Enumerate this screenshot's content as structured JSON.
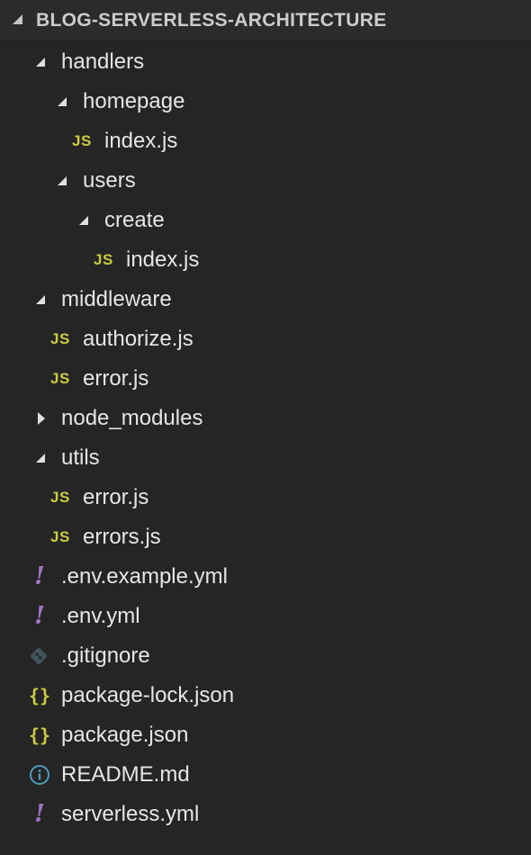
{
  "explorer": {
    "section_title": "BLOG-SERVERLESS-ARCHITECTURE"
  },
  "icons": {
    "js": "JS",
    "yml": "!",
    "json": "{}"
  },
  "colors": {
    "background": "#252526",
    "header_background": "#2b2b2c",
    "js_icon": "#cbcb41",
    "yml_icon": "#a074c4",
    "git_icon": "#41535b",
    "info_icon": "#519aba",
    "text": "#e6e6e6"
  },
  "tree": {
    "handlers": "handlers",
    "homepage": "homepage",
    "homepage_index": "index.js",
    "users": "users",
    "create": "create",
    "create_index": "index.js",
    "middleware": "middleware",
    "authorize": "authorize.js",
    "middleware_error": "error.js",
    "node_modules": "node_modules",
    "utils": "utils",
    "utils_error": "error.js",
    "utils_errors": "errors.js",
    "env_example": ".env.example.yml",
    "env": ".env.yml",
    "gitignore": ".gitignore",
    "package_lock": "package-lock.json",
    "package": "package.json",
    "readme": "README.md",
    "serverless": "serverless.yml"
  }
}
